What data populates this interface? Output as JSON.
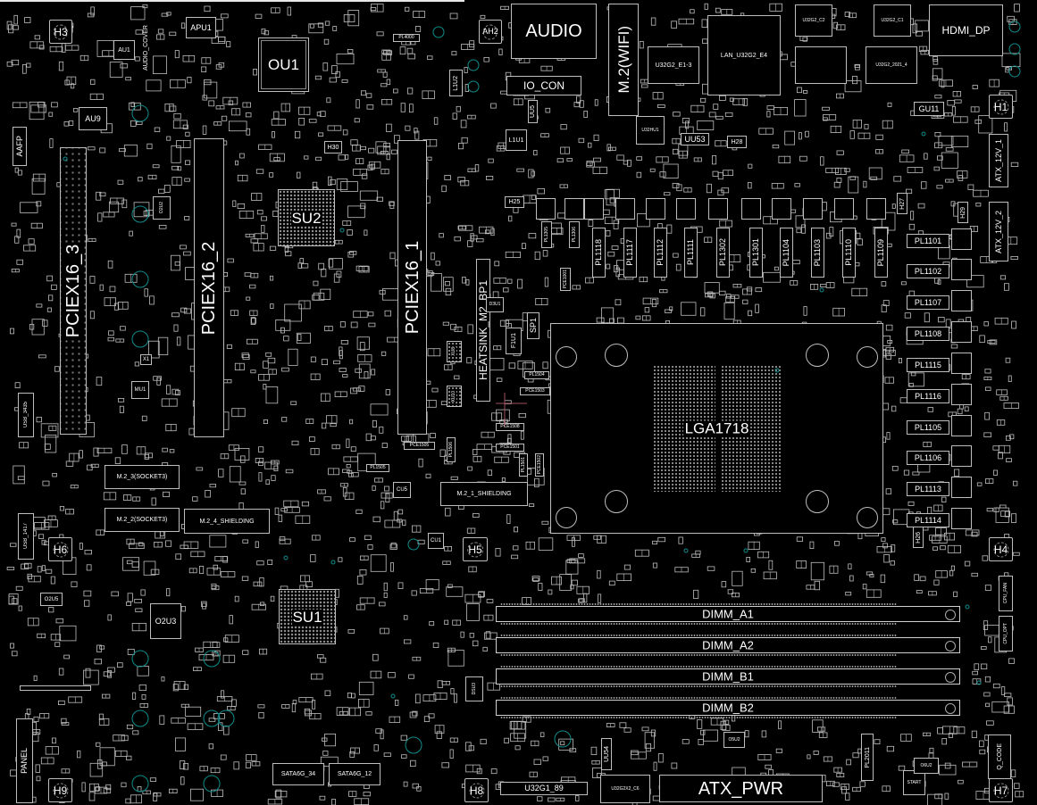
{
  "board": {
    "background": "#000000",
    "outline_color": "#bdbdbd",
    "label_color": "#ffffff",
    "via_color": "#0f8c8c",
    "crosshair_color": "#a05060"
  },
  "components": {
    "h3": "H3",
    "au1": "AU1",
    "audio_cover": "AUDIO_COVER",
    "apu1": "APU1",
    "ou1": "OU1",
    "pl4000": "PL4000",
    "ah2": "AH2",
    "l1u2": "L1U2",
    "au9": "AU9",
    "aafp": "AAFP",
    "h30": "H30",
    "audio": "AUDIO",
    "m2_wifi": "M.2(WIFI)",
    "io_con": "IO_CON",
    "lan": "LAN_U32G2_E4",
    "u32g2_e13": "U32G2_E1-3",
    "u32g2_c2": "U32G2_C2",
    "u32g2_c1": "U32G2_C1",
    "u32g2_2021_4": "U32G2_2021_4",
    "hdmi_dp": "HDMI_DP",
    "gu11": "GU11",
    "h1": "H1",
    "atx_12v_1": "ATX_12V_1",
    "atx_12v_2": "ATX_12V_2",
    "l1u1": "L1U1",
    "uu5": "UU5",
    "u32hu1": "U32HU1",
    "uu53": "UU53",
    "h28": "H28",
    "h25": "H25",
    "h27": "H27",
    "h29": "H29",
    "pl1305": "PL1305",
    "pl1306": "PL1306",
    "pcie3": "PCIEX16_3",
    "pcie2": "PCIEX16_2",
    "pcie1": "PCIEX16_1",
    "su2": "SU2",
    "su1": "SU1",
    "cpu_socket": "LGA1718",
    "heatsink": "HEATSINK_M2_BP1",
    "f1u1": "F1U1",
    "sp1": "SP1",
    "d3u1": "D3U1",
    "xu8": "XU8",
    "xu10": "XU10",
    "pl1504": "PL1504",
    "pce1503": "PCE1503",
    "pce1508": "PCE1508",
    "pce1505": "PCE1505",
    "pce1501": "PCE1501",
    "pl1506": "PL1506",
    "pl1505": "PL1505",
    "pl1501": "PL1501",
    "pce1502": "PCE1502",
    "pce1001": "PCE1001",
    "cu5": "CU5",
    "cu1": "CU1",
    "o2u2": "O2U2",
    "mu1": "MU1",
    "x1": "X1",
    "m2_3": "M.2_3(SOCKET3)",
    "m2_2": "M.2_2(SOCKET3)",
    "m2_4": "M.2_4_SHIELDING",
    "m2_1": "M.2_1_SHIELDING",
    "h6": "H6",
    "h5": "H5",
    "h4": "H4",
    "o2u3": "O2U3",
    "o2u5": "O2U5",
    "usb_1417": "USB_1417",
    "usb_3435": "USB_3435",
    "h9": "H9",
    "h8": "H8",
    "h7": "H7",
    "panel": "PANEL",
    "sata34": "SATA6G_34",
    "sata12": "SATA6G_12",
    "u32g1_89": "U32G1_89",
    "u32g2x2_c6": "U32G2X2_C6",
    "atx_pwr": "ATX_PWR",
    "pl2011": "PL2011",
    "q_code": "Q_CODE",
    "start": "START",
    "uu54": "UU54",
    "o5u2": "O5U2",
    "o6u2": "O6U2",
    "dsu3": "DSU3",
    "h26": "H26",
    "cpu_fan": "CPU_FAN",
    "cpu_opt": "CPU_OPT"
  },
  "vrm_inductors_top": [
    "PL1118",
    "PL1117",
    "PL1112",
    "PL1111",
    "PL1302",
    "PL1301",
    "PL1104",
    "PL1103",
    "PL1110",
    "PL1109"
  ],
  "vrm_inductors_right": [
    "PL1101",
    "PL1102",
    "PL1107",
    "PL1108",
    "PL1115",
    "PL1116",
    "PL1105",
    "PL1106",
    "PL1113",
    "PL1114"
  ],
  "dimm_slots": [
    "DIMM_A1",
    "DIMM_A2",
    "DIMM_B1",
    "DIMM_B2"
  ]
}
